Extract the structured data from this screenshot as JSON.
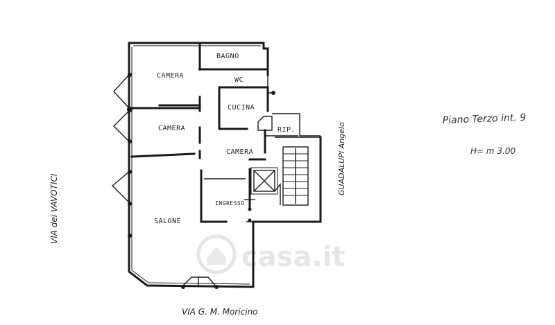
{
  "rooms": {
    "bagno": "BAGNO",
    "wc": "WC",
    "camera_top": "CAMERA",
    "cucina": "CUCINA",
    "camera_middle": "CAMERA",
    "rip": "RIP.",
    "camera_center": "CAMERA",
    "ingresso": "INGRESSO",
    "salone": "SALONE"
  },
  "streets": {
    "left": "VIA dei VAVOTICI",
    "bottom": "VIA G. M. Moricino",
    "right": "GUADALUPI Angelo"
  },
  "floor": {
    "title": "Piano Terzo int. 9",
    "height": "H= m 3.00"
  },
  "watermark": {
    "text": "casa.it"
  }
}
